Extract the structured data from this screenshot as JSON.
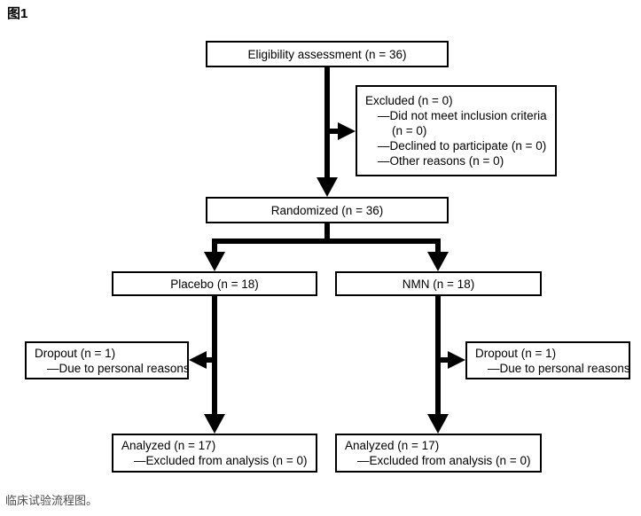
{
  "figure": {
    "title": "图1",
    "caption": "临床试验流程图。"
  },
  "colors": {
    "line": "#000000",
    "box_border": "#000000",
    "background": "#ffffff",
    "caption_text": "#4a4a4a"
  },
  "chart_data": {
    "type": "diagram",
    "diagram_kind": "consort-flow-chart",
    "title": "图1",
    "caption": "临床试验流程图。",
    "nodes": [
      {
        "id": "eligibility",
        "lines": [
          "Eligibility assessment (n = 36)"
        ],
        "align": "center"
      },
      {
        "id": "excluded",
        "lines": [
          "Excluded (n = 0)",
          "—Did not meet inclusion criteria",
          "(n = 0)",
          "—Declined to participate (n = 0)",
          "—Other reasons (n = 0)"
        ],
        "align": "left"
      },
      {
        "id": "randomized",
        "lines": [
          "Randomized (n = 36)"
        ],
        "align": "center"
      },
      {
        "id": "placebo",
        "lines": [
          "Placebo (n = 18)"
        ],
        "align": "center"
      },
      {
        "id": "nmn",
        "lines": [
          "NMN (n = 18)"
        ],
        "align": "center"
      },
      {
        "id": "dropout_left",
        "lines": [
          "Dropout (n = 1)",
          "—Due to personal reasons"
        ],
        "align": "left"
      },
      {
        "id": "dropout_right",
        "lines": [
          "Dropout (n = 1)",
          "—Due to personal reasons"
        ],
        "align": "left"
      },
      {
        "id": "analyzed_left",
        "lines": [
          "Analyzed (n = 17)",
          "—Excluded from analysis (n = 0)"
        ],
        "align": "left"
      },
      {
        "id": "analyzed_right",
        "lines": [
          "Analyzed (n = 17)",
          "—Excluded from analysis (n = 0)"
        ],
        "align": "left"
      }
    ],
    "edges": [
      {
        "from": "eligibility",
        "to": "randomized",
        "direction": "down"
      },
      {
        "from": "eligibility-stem",
        "to": "excluded",
        "direction": "right"
      },
      {
        "from": "randomized",
        "to": "placebo",
        "direction": "down-left"
      },
      {
        "from": "randomized",
        "to": "nmn",
        "direction": "down-right"
      },
      {
        "from": "placebo",
        "to": "dropout_left",
        "direction": "left"
      },
      {
        "from": "placebo",
        "to": "analyzed_left",
        "direction": "down"
      },
      {
        "from": "nmn",
        "to": "dropout_right",
        "direction": "right"
      },
      {
        "from": "nmn",
        "to": "analyzed_right",
        "direction": "down"
      }
    ],
    "counts": {
      "assessed_for_eligibility": 36,
      "excluded_total": 0,
      "excluded_did_not_meet_inclusion_criteria": 0,
      "excluded_declined_to_participate": 0,
      "excluded_other_reasons": 0,
      "randomized": 36,
      "placebo_allocated": 18,
      "nmn_allocated": 18,
      "placebo_dropout": 1,
      "nmn_dropout": 1,
      "placebo_analyzed": 17,
      "nmn_analyzed": 17,
      "placebo_excluded_from_analysis": 0,
      "nmn_excluded_from_analysis": 0
    }
  },
  "nodes": {
    "eligibility": {
      "line1": "Eligibility assessment (n = 36)"
    },
    "excluded": {
      "line1": "Excluded (n = 0)",
      "line2": "—Did not meet inclusion criteria",
      "line3": "(n = 0)",
      "line4": "—Declined to participate (n = 0)",
      "line5": "—Other reasons (n = 0)"
    },
    "randomized": {
      "line1": "Randomized (n = 36)"
    },
    "placebo": {
      "line1": "Placebo (n = 18)"
    },
    "nmn": {
      "line1": "NMN (n = 18)"
    },
    "dropout_left": {
      "line1": "Dropout (n = 1)",
      "line2": "—Due to personal reasons"
    },
    "dropout_right": {
      "line1": "Dropout (n = 1)",
      "line2": "—Due to personal reasons"
    },
    "analyzed_left": {
      "line1": "Analyzed (n = 17)",
      "line2": "—Excluded from analysis (n = 0)"
    },
    "analyzed_right": {
      "line1": "Analyzed (n = 17)",
      "line2": "—Excluded from analysis (n = 0)"
    }
  }
}
